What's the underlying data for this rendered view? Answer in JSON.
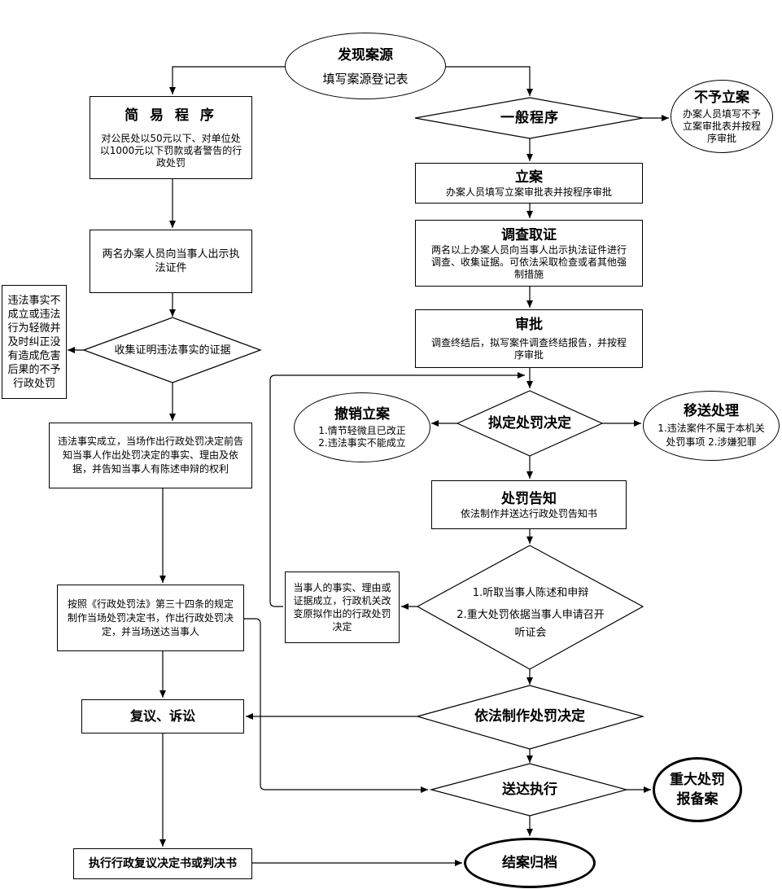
{
  "start": {
    "title": "发现案源",
    "subtitle": "填写案源登记表"
  },
  "simple": {
    "title": "简 易 程 序",
    "desc": "对公民处以50元以下、对单位处以1000元以下罚款或者警告的行政处罚",
    "step1": "两名办案人员向当事人出示执法证件",
    "collect": "收集证明违法事实的证据",
    "no_penalty": "违法事实不成立或违法行为轻微并及时纠正没有造成危害后果的不予行政处罚",
    "step2": "违法事实成立，当场作出行政处罚决定前告知当事人作出处罚决定的事实、理由及依据，并告知当事人有陈述申辩的权利",
    "step3": "按照《行政处罚法》第三十四条的规定制作当场处罚决定书，作出行政处罚决定，并当场送达当事人",
    "review": "复议、诉讼",
    "execute": "执行行政复议决定书或判决书"
  },
  "general": {
    "title": "一般程序",
    "not_filed": {
      "title": "不予立案",
      "desc": "办案人员填写不予立案审批表并按程序审批"
    },
    "file": {
      "title": "立案",
      "desc": "办案人员填写立案审批表并按程序审批"
    },
    "investigate": {
      "title": "调查取证",
      "desc": "两名以上办案人员向当事人出示执法证件进行调查、收集证据。可依法采取检查或者其他强制措施"
    },
    "approve": {
      "title": "审批",
      "desc": "调查终结后，拟写案件调查终结报告，并按程序审批"
    },
    "propose": "拟定处罚决定",
    "revoke": {
      "title": "撤销立案",
      "line1": "1.情节轻微且已改正",
      "line2": "2.违法事实不能成立"
    },
    "transfer": {
      "title": "移送处理",
      "desc": "1.违法案件不属于本机关处罚事项 2.涉嫌犯罪"
    },
    "notify": {
      "title": "处罚告知",
      "desc": "依法制作并送达行政处罚告知书"
    },
    "hearing": {
      "line1": "1.听取当事人陈述和申辩",
      "line2": "2.重大处罚依据当事人申请召开听证会"
    },
    "change": "当事人的事实、理由或证据成立，行政机关改变原拟作出的行政处罚决定",
    "decide": "依法制作处罚决定",
    "deliver": "送达执行",
    "record": "重大处罚报备案",
    "close": "结案归档"
  }
}
